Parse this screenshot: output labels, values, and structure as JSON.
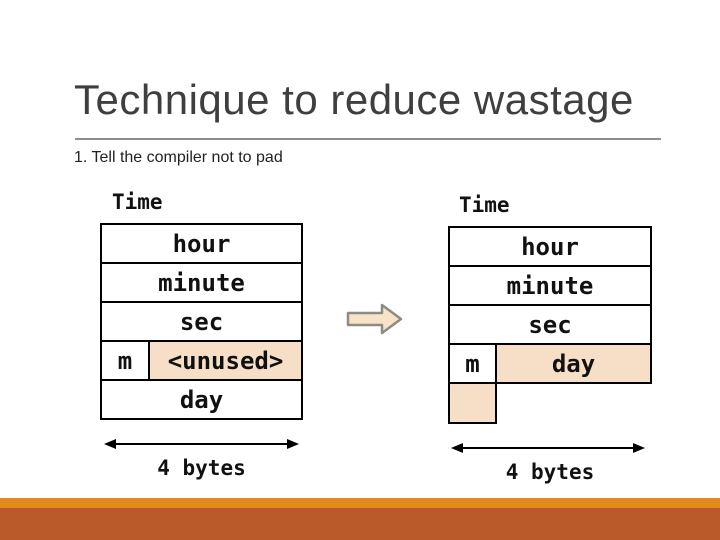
{
  "slide": {
    "title": "Technique to reduce wastage",
    "subtitle": "1. Tell the compiler not to pad"
  },
  "left_struct": {
    "label": "Time",
    "rows": [
      "hour",
      "minute",
      "sec"
    ],
    "split_row": {
      "field": "m",
      "padding": "<unused>"
    },
    "bottom_row": "day",
    "size_label": "4 bytes"
  },
  "right_struct": {
    "label": "Time",
    "rows": [
      "hour",
      "minute",
      "sec"
    ],
    "split_row": {
      "field": "m",
      "value": "day"
    },
    "size_label": "4 bytes"
  },
  "icons": {
    "transform_arrow": "right-block-arrow",
    "size_arrow": "double-headed-arrow"
  },
  "colors": {
    "title_text": "#3f3f3f",
    "title_rule": "#8c8c8c",
    "body_text": "#222222",
    "diagram_line": "#000000",
    "highlight_fill": "#f7dfc7",
    "block_arrow_fill": "#f8e3c8",
    "block_arrow_stroke": "#8c8c84",
    "footer_bar_orange": "#e08a1f",
    "footer_bar_rust": "#ba5a2b"
  }
}
